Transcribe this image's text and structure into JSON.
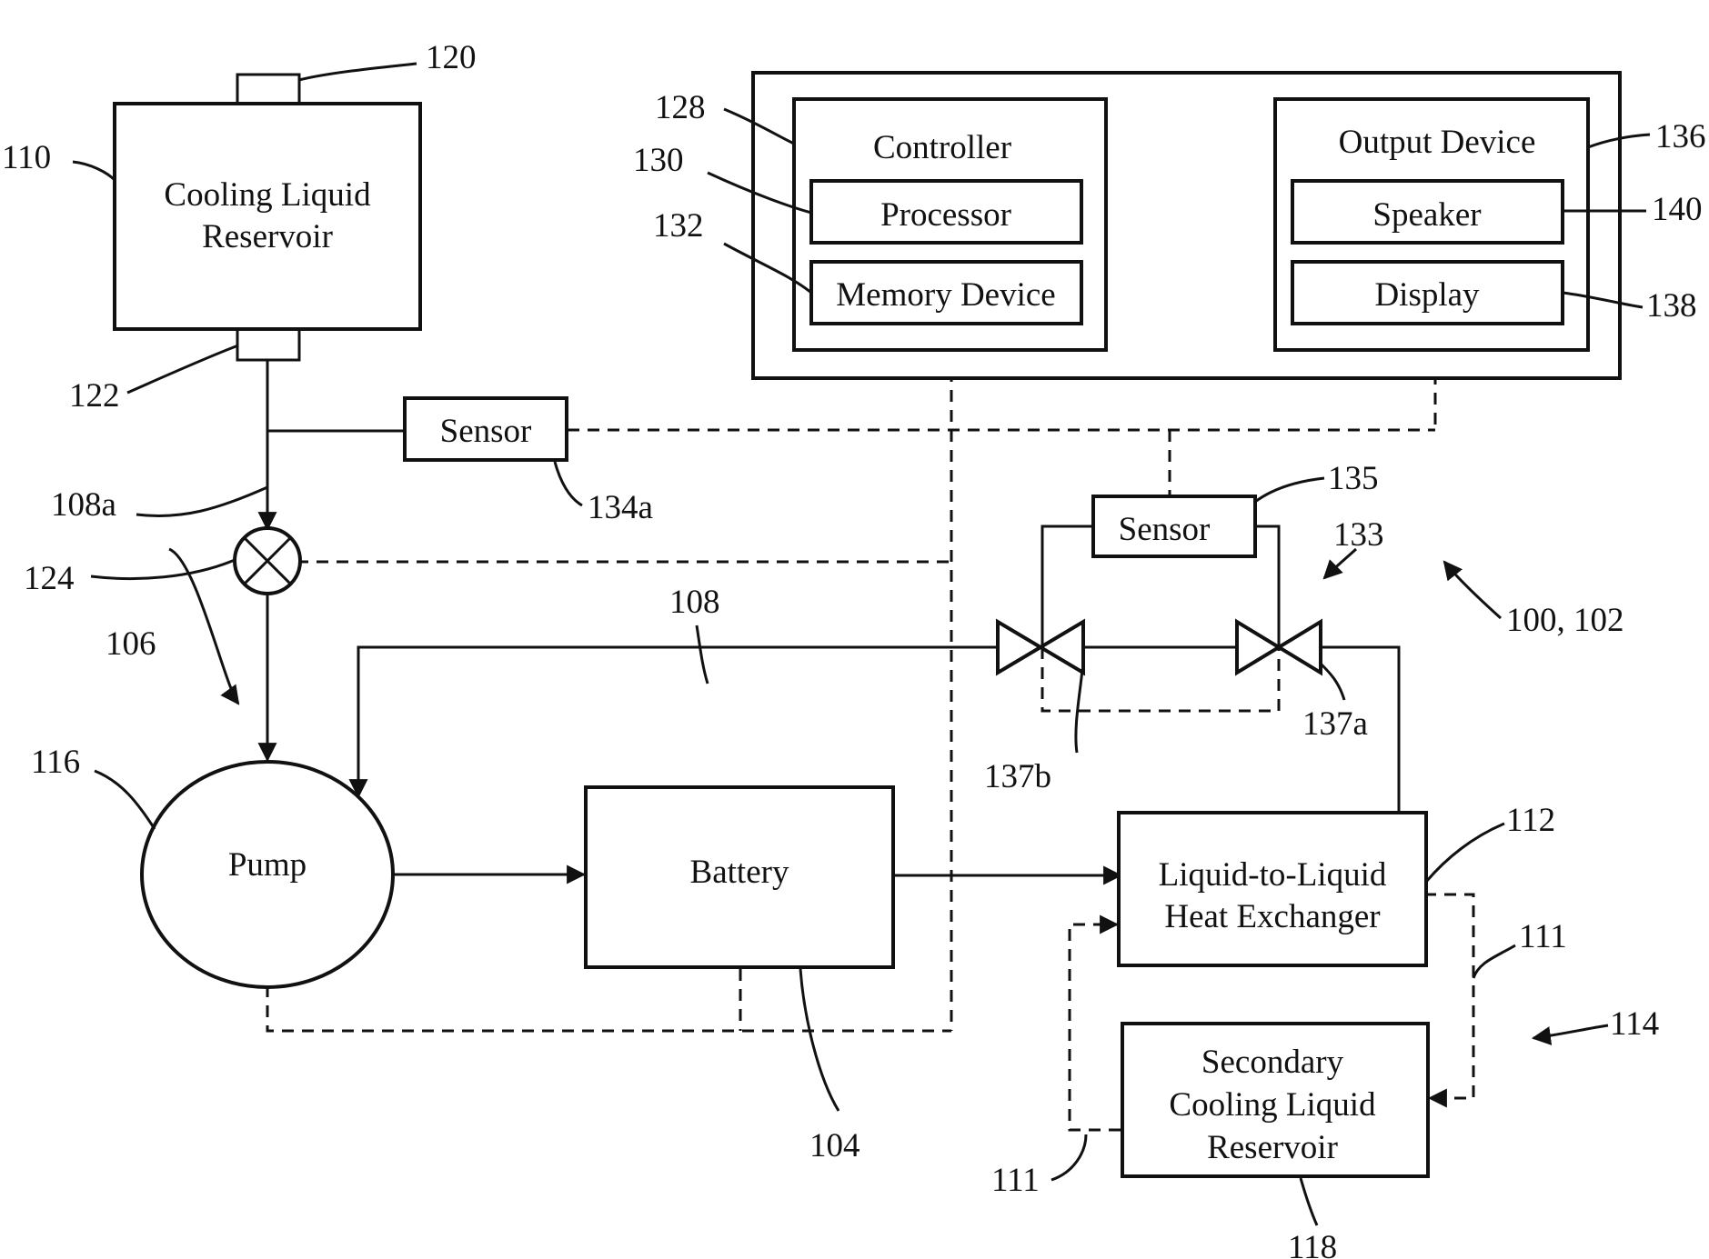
{
  "components": {
    "reservoir": "Cooling Liquid Reservoir",
    "reservoir_lines": [
      "Cooling Liquid",
      "Reservoir"
    ],
    "controller": "Controller",
    "processor": "Processor",
    "memory": "Memory Device",
    "output_device": "Output Device",
    "speaker": "Speaker",
    "display": "Display",
    "sensor_a": "Sensor",
    "sensor_b": "Sensor",
    "pump": "Pump",
    "battery": "Battery",
    "heat_exchanger_lines": [
      "Liquid-to-Liquid",
      "Heat Exchanger"
    ],
    "secondary_reservoir_lines": [
      "Secondary",
      "Cooling Liquid",
      "Reservoir"
    ]
  },
  "refs": {
    "r100": "100, 102",
    "r104": "104",
    "r106": "106",
    "r108": "108",
    "r108a": "108a",
    "r110": "110",
    "r111a": "111",
    "r111b": "111",
    "r112": "112",
    "r114": "114",
    "r116": "116",
    "r118": "118",
    "r120": "120",
    "r122": "122",
    "r124": "124",
    "r128": "128",
    "r130": "130",
    "r132": "132",
    "r133": "133",
    "r134a": "134a",
    "r135": "135",
    "r136": "136",
    "r137a": "137a",
    "r137b": "137b",
    "r138": "138",
    "r140": "140"
  }
}
